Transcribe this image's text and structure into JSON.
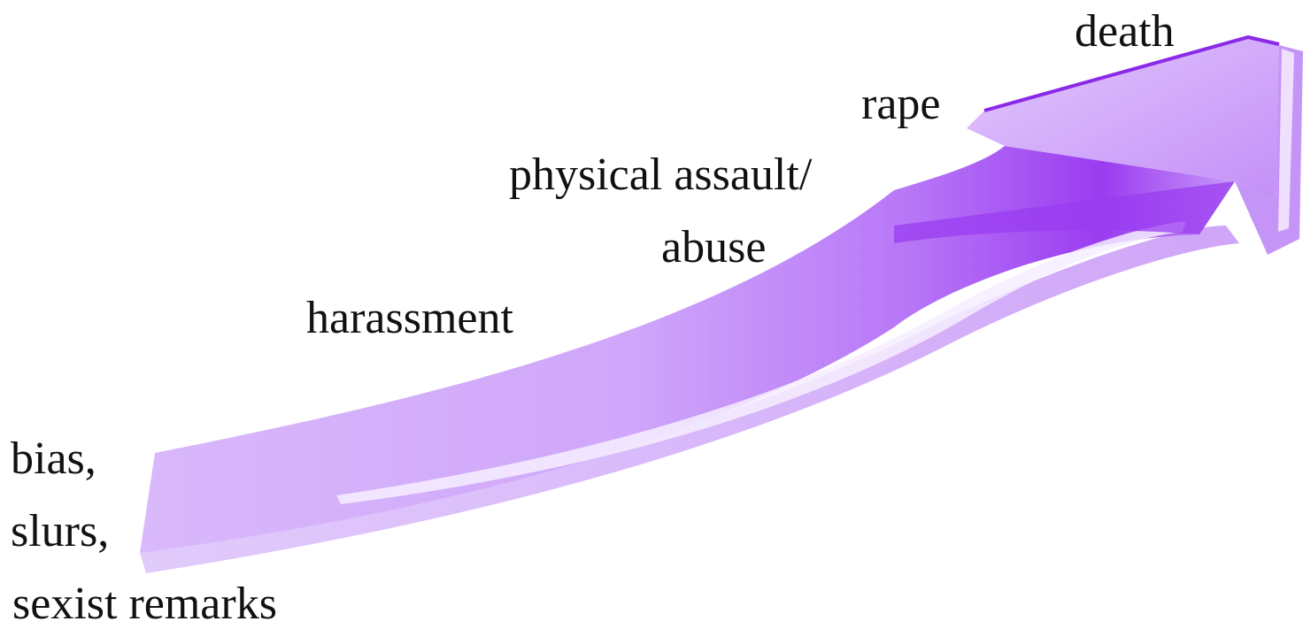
{
  "diagram": {
    "labels": {
      "death": "death",
      "rape": "rape",
      "physical_assault": "physical assault/",
      "abuse": "abuse",
      "harassment": "harassment",
      "bias": "bias,",
      "slurs": "slurs,",
      "sexist_remarks": "sexist remarks"
    },
    "colors": {
      "arrow_light": "#d9b8fb",
      "arrow_mid": "#b877f7",
      "arrow_dark": "#9a3cf0",
      "arrow_deep": "#8b2ae6",
      "highlight": "#f6eeff",
      "text": "#111111"
    }
  }
}
